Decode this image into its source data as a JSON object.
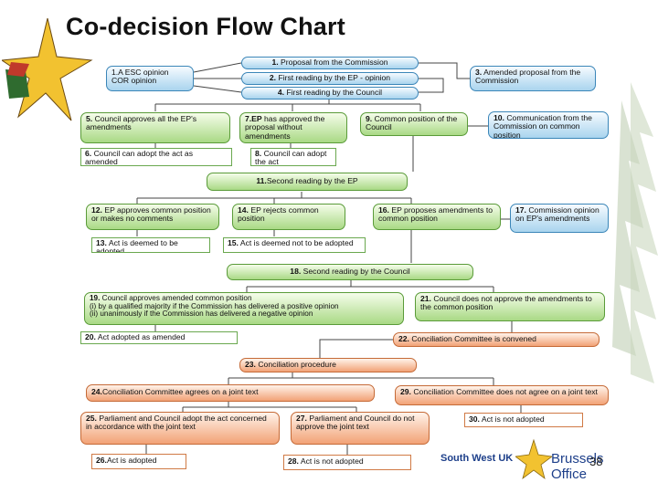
{
  "title": "Co-decision Flow Chart",
  "page_number": "38",
  "logo": {
    "left": "South West UK",
    "right": "Brussels Office"
  },
  "colors": {
    "blue": "#a9d4ee",
    "green": "#a9d985",
    "orange": "#f2a276",
    "logo_blue": "#1d3f8a",
    "star_yellow": "#f2c230"
  },
  "boxes": {
    "b1_num": "1.",
    "b1_text": "Proposal from the Commission",
    "bA": "1.A ESC opinion COR opinion",
    "b2_num": "2.",
    "b2_text": "First reading by the EP - opinion",
    "b3_num": "3.",
    "b3_text": "Amended proposal from the Commission",
    "b4_num": "4.",
    "b4_text": "First reading by the Council",
    "b5_num": "5.",
    "b5_text": "Council approves all the EP's amendments",
    "b6_num": "6.",
    "b6_text": "Council can adopt the act as amended",
    "b7_num": "7.EP",
    "b7_text": "has approved the proposal without amendments",
    "b8_num": "8.",
    "b8_text": "Council can adopt the act",
    "b9_num": "9.",
    "b9_text": "Common position of the Council",
    "b10_num": "10.",
    "b10_text": "Communication from the Commission on common position",
    "b11_num": "11.",
    "b11_text": "Second reading by the EP",
    "b12_num": "12.",
    "b12_text": "EP approves common position or makes no comments",
    "b13_num": "13.",
    "b13_text": "Act is deemed to be adopted",
    "b14_num": "14.",
    "b14_text": "EP rejects common position",
    "b15_num": "15.",
    "b15_text": "Act is deemed not to be adopted",
    "b16_num": "16.",
    "b16_text": "EP proposes amendments to common position",
    "b17_num": "17.",
    "b17_text": "Commission opinion on EP's amendments",
    "b18_num": "18.",
    "b18_text": "Second reading by the Council",
    "b19_num": "19.",
    "b19_text": "Council approves amended common position",
    "b19_i": "(i) by a qualified majority if the Commission has delivered a positive opinion",
    "b19_ii": "(ii) unanimously if the Commission has delivered a negative opinion",
    "b20_num": "20.",
    "b20_text": "Act adopted as amended",
    "b21_num": "21.",
    "b21_text": "Council does not approve the amendments to the common position",
    "b22_num": "22.",
    "b22_text": "Conciliation Committee is convened",
    "b23_num": "23.",
    "b23_text": "Conciliation procedure",
    "b24_num": "24.",
    "b24_text": "Conciliation Committee agrees on a joint text",
    "b25_num": "25.",
    "b25_text": "Parliament and Council adopt the act concerned in accordance with the joint text",
    "b26_num": "26.",
    "b26_text": "Act is adopted",
    "b27_num": "27.",
    "b27_text": "Parliament and Council do not approve the joint text",
    "b28_num": "28.",
    "b28_text": "Act is not adopted",
    "b29_num": "29.",
    "b29_text": "Conciliation Committee does not agree on a joint text",
    "b30_num": "30.",
    "b30_text": "Act is not adopted"
  }
}
